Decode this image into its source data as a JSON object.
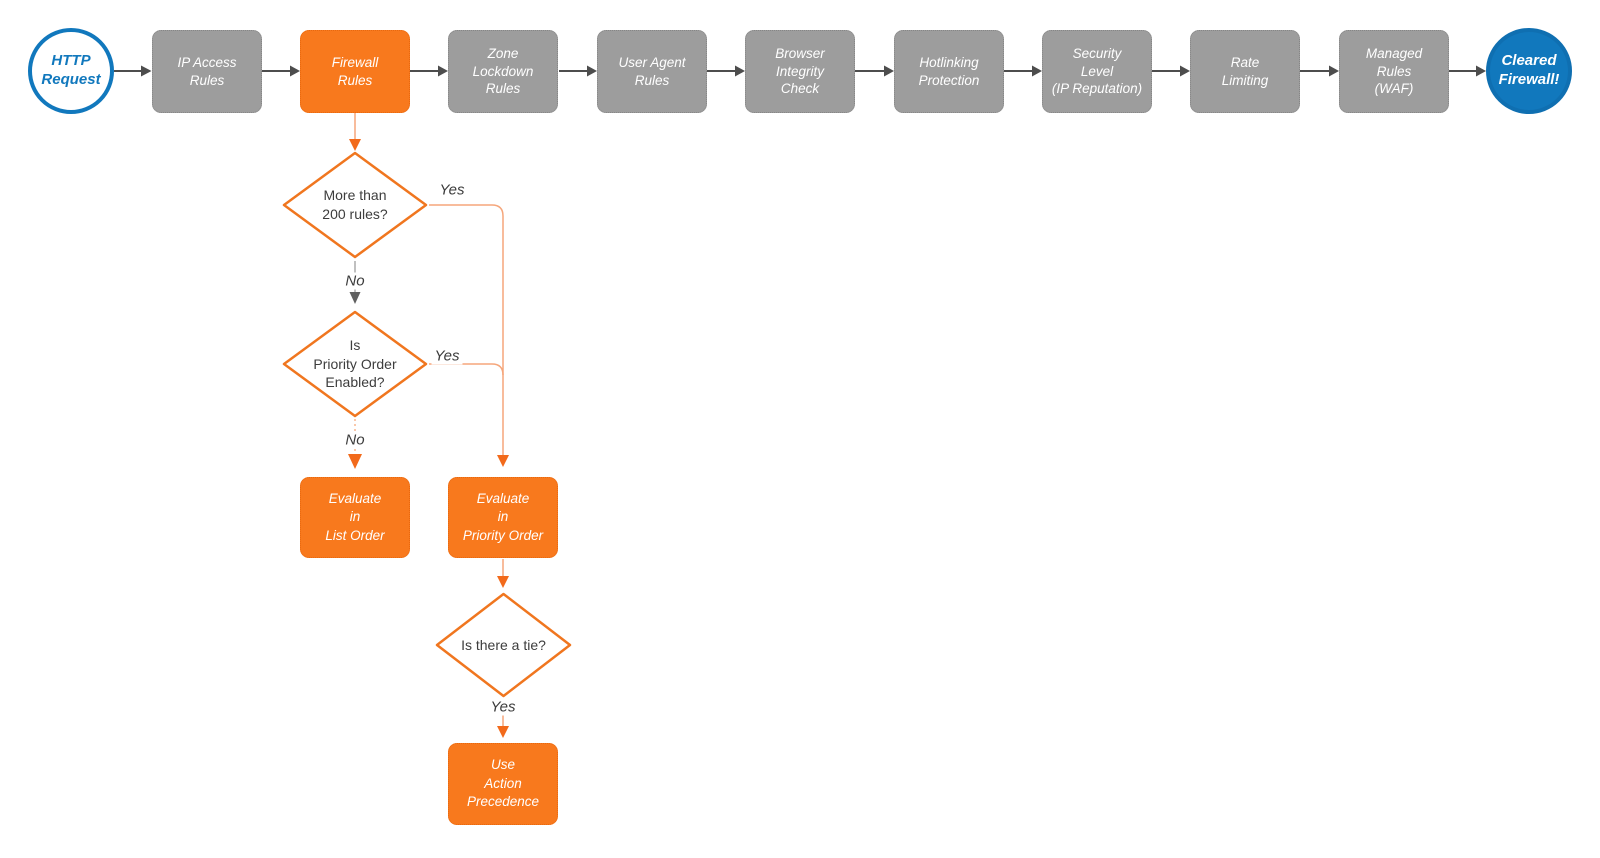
{
  "diagram": {
    "start": {
      "label": "HTTP\nRequest"
    },
    "stages": [
      {
        "id": "ip-access-rules",
        "label": "IP Access\nRules",
        "variant": "gray"
      },
      {
        "id": "firewall-rules",
        "label": "Firewall\nRules",
        "variant": "orange"
      },
      {
        "id": "zone-lockdown-rules",
        "label": "Zone\nLockdown\nRules",
        "variant": "gray"
      },
      {
        "id": "user-agent-rules",
        "label": "User Agent\nRules",
        "variant": "gray"
      },
      {
        "id": "browser-integrity-check",
        "label": "Browser\nIntegrity\nCheck",
        "variant": "gray"
      },
      {
        "id": "hotlinking-protection",
        "label": "Hotlinking\nProtection",
        "variant": "gray"
      },
      {
        "id": "security-level",
        "label": "Security\nLevel\n(IP Reputation)",
        "variant": "gray"
      },
      {
        "id": "rate-limiting",
        "label": "Rate\nLimiting",
        "variant": "gray"
      },
      {
        "id": "managed-rules-waf",
        "label": "Managed\nRules\n(WAF)",
        "variant": "gray"
      }
    ],
    "end": {
      "label": "Cleared\nFirewall!"
    },
    "decisions": [
      {
        "id": "more-than-200-rules",
        "label": "More than\n200 rules?",
        "yes_label": "Yes",
        "no_label": "No"
      },
      {
        "id": "priority-order-enabled",
        "label": "Is\nPriority Order\nEnabled?",
        "yes_label": "Yes",
        "no_label": "No"
      },
      {
        "id": "is-there-a-tie",
        "label": "Is there a tie?",
        "yes_label": "Yes"
      }
    ],
    "actions": [
      {
        "id": "evaluate-in-list-order",
        "label": "Evaluate\nin\nList Order"
      },
      {
        "id": "evaluate-in-priority-order",
        "label": "Evaluate\nin\nPriority Order"
      },
      {
        "id": "use-action-precedence",
        "label": "Use\nAction\nPrecedence"
      }
    ],
    "colors": {
      "accent_orange": "#f8791d",
      "diamond_border_orange": "#f0761f",
      "connector_orange": "#f5a67b",
      "arrowhead_orange": "#f26a1b",
      "node_gray": "#9d9d9d",
      "flow_arrow_dark": "#4d4d4d",
      "connector_gray": "#ababab",
      "arrowhead_gray": "#606060",
      "brand_blue": "#1178bd",
      "text_dark": "#3d3d3d",
      "background": "#ffffff"
    }
  }
}
